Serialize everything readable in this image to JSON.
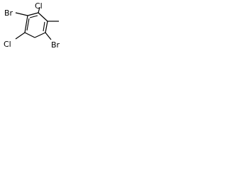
{
  "molecule": {
    "atoms": {
      "br_top_left": "Br",
      "cl_top": "Cl",
      "cl_bottom_left": "Cl",
      "br_bottom_right": "Br"
    },
    "colors": {
      "bond": "#000000",
      "label": "#000000",
      "background": "#ffffff"
    }
  }
}
